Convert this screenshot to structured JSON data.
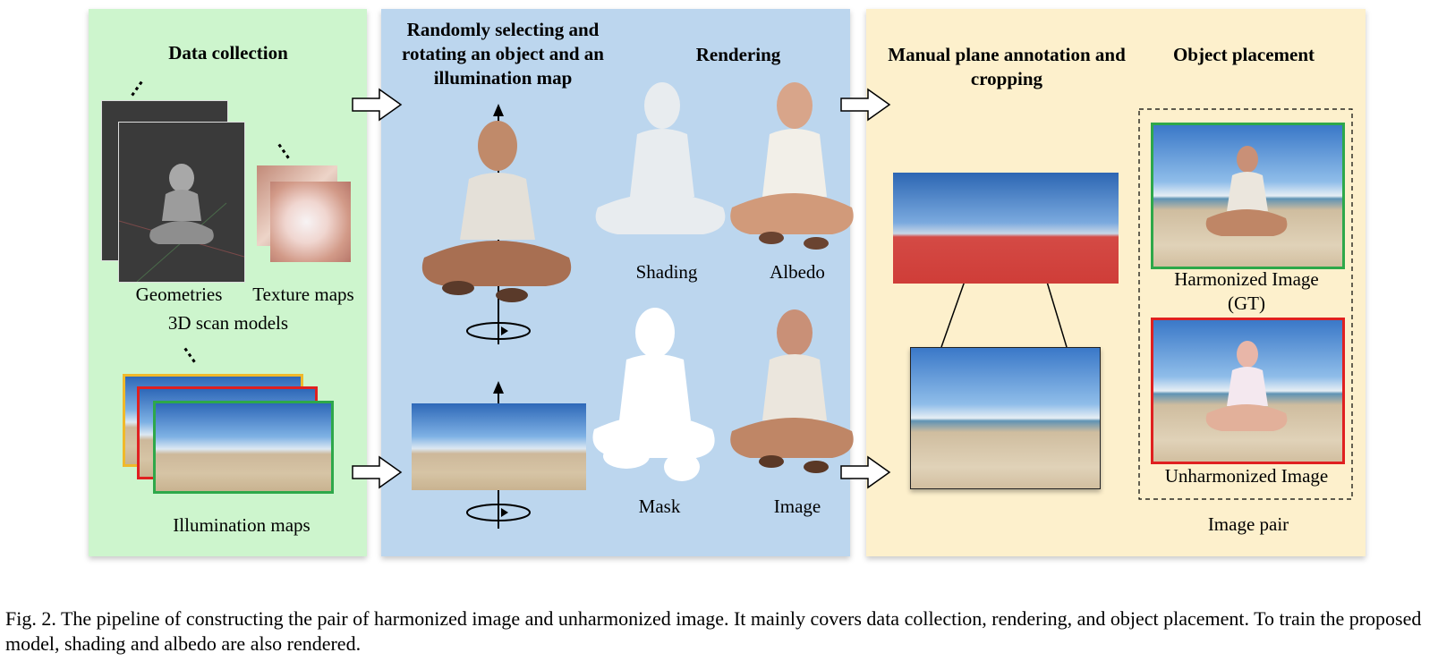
{
  "panels": {
    "collection": {
      "title": "Data collection",
      "geometries": "Geometries",
      "texture_maps": "Texture maps",
      "scan_models": "3D scan models",
      "illumination_maps": "Illumination maps"
    },
    "rendering": {
      "title_select": "Randomly selecting and rotating an object and an illumination map",
      "title_render": "Rendering",
      "shading": "Shading",
      "albedo": "Albedo",
      "mask": "Mask",
      "image": "Image"
    },
    "placement": {
      "title_annotation": "Manual plane annotation and cropping",
      "title_placement": "Object placement",
      "harmonized": "Harmonized Image (GT)",
      "unharmonized": "Unharmonized Image",
      "pair": "Image pair"
    }
  },
  "caption": "Fig. 2.  The pipeline of constructing the pair of harmonized image and unharmonized image. It mainly covers data collection, rendering, and object placement. To train the proposed model, shading and albedo are also rendered.",
  "colors": {
    "collection_bg": "#cdf5cd",
    "rendering_bg": "#bcd6ee",
    "placement_bg": "#fdf0cc",
    "gt_border": "#2ea84a",
    "unharmonized_border": "#e02020",
    "map_border_yellow": "#f0b92a"
  }
}
